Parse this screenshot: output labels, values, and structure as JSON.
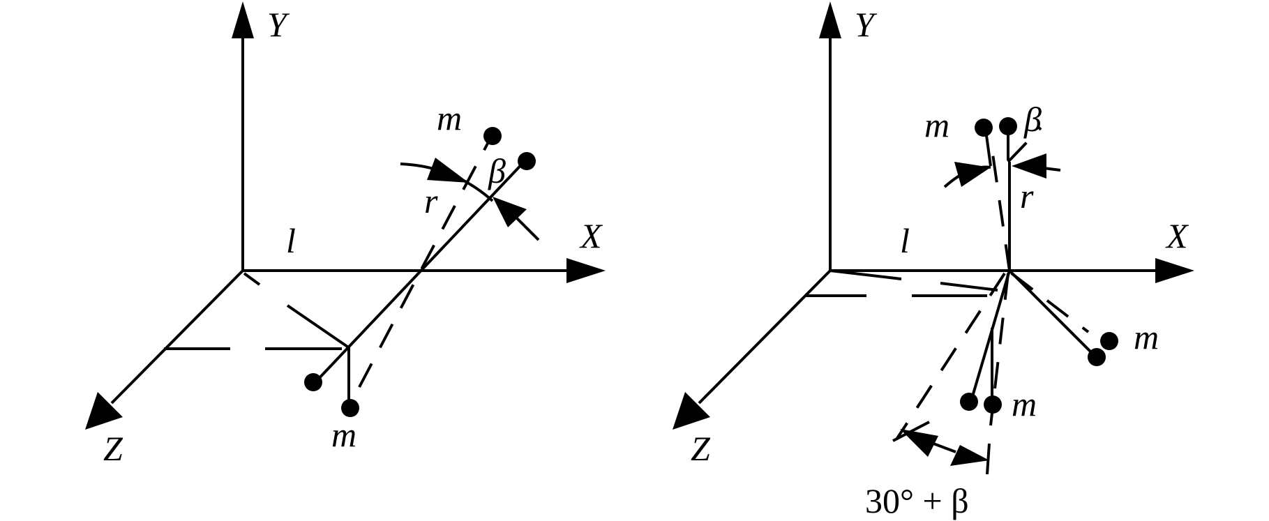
{
  "left_panel": {
    "axis_x": "X",
    "axis_y": "Y",
    "axis_z": "Z",
    "length_label": "l",
    "radius_label": "r",
    "angle_label": "β",
    "mass_top": "m",
    "mass_bottom": "m"
  },
  "right_panel": {
    "axis_x": "X",
    "axis_y": "Y",
    "axis_z": "Z",
    "length_label": "l",
    "radius_label": "r",
    "angle_label": "β",
    "mass_top": "m",
    "mass_right": "m",
    "mass_bottom": "m",
    "angle_expr": "30° + β"
  },
  "colors": {
    "ink": "#000000",
    "background": "#ffffff"
  }
}
